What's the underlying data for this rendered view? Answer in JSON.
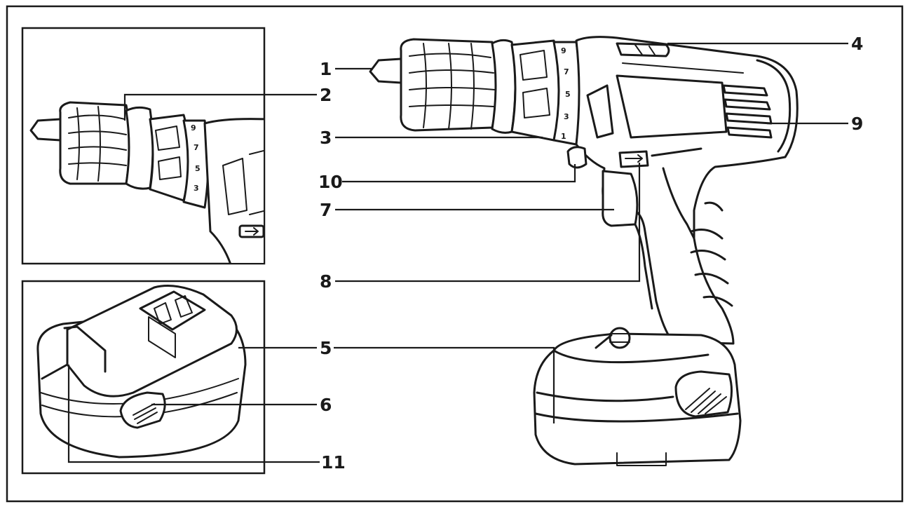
{
  "callouts": [
    {
      "id": "1",
      "label": "1"
    },
    {
      "id": "2",
      "label": "2"
    },
    {
      "id": "3",
      "label": "3"
    },
    {
      "id": "4",
      "label": "4"
    },
    {
      "id": "5",
      "label": "5"
    },
    {
      "id": "6",
      "label": "6"
    },
    {
      "id": "7",
      "label": "7"
    },
    {
      "id": "8",
      "label": "8"
    },
    {
      "id": "9",
      "label": "9"
    },
    {
      "id": "10",
      "label": "10"
    },
    {
      "id": "11",
      "label": "11"
    }
  ],
  "torque_scale_marks": [
    "1",
    "3",
    "5",
    "7",
    "9"
  ],
  "colors": {
    "ink": "#1a1a1a",
    "background": "#ffffff"
  }
}
